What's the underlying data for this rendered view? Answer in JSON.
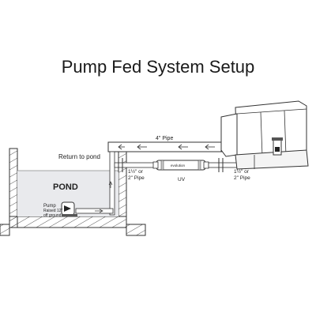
{
  "title": "Pump Fed System Setup",
  "labels": {
    "pipe_4in": "4\" Pipe",
    "return_to_pond": "Return to pond",
    "pond": "POND",
    "pipe_left_l1": "1½\" or",
    "pipe_left_l2": "2\" Pipe",
    "pipe_right_l1": "1½\" or",
    "pipe_right_l2": "2\" Pipe",
    "uv": "UV",
    "uv_brand": "evolution",
    "pump_l1": "Pump",
    "pump_l2": "Raised 12\"",
    "pump_l3": "off ground"
  }
}
